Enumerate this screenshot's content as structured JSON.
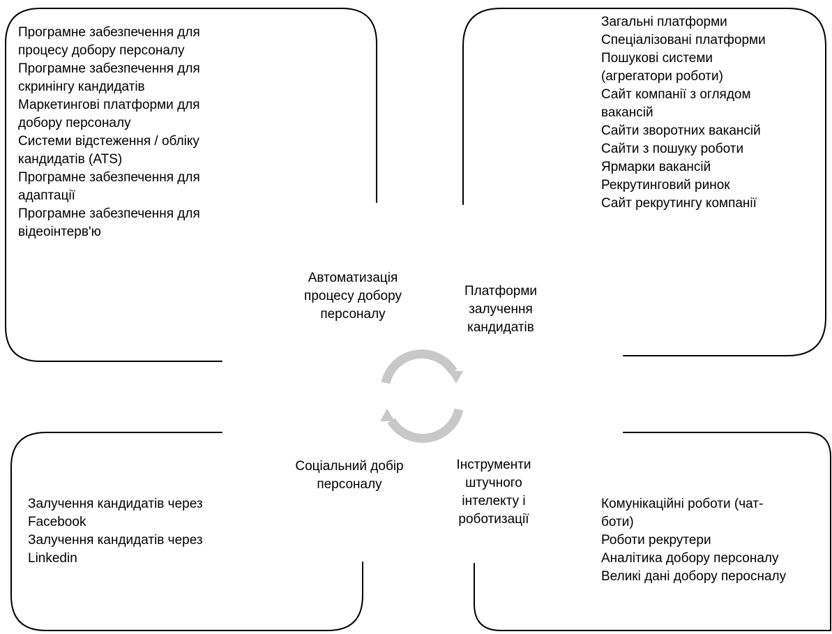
{
  "quadrants": {
    "top_left": {
      "title": "Автоматизація процесу добору персоналу",
      "title_lines": [
        "Автоматизація",
        "процесу добору",
        "персоналу"
      ],
      "lines": [
        "  Програмне забезпечення для",
        "процесу добору персоналу",
        "Програмне забезпечення для",
        "скринінгу кандидатів",
        "Маркетингові платформи для",
        "добору персоналу",
        "  Системи відстеження / обліку",
        "кандидатів  (ATS)",
        "  Програмне забезпечення для",
        "адаптації",
        "  Програмне забезпечення для",
        "відеоінтерв'ю"
      ]
    },
    "top_right": {
      "title": "Платформи залучення кандидатів",
      "title_lines": [
        "Платформи",
        "залучення",
        "кандидатів"
      ],
      "lines": [
        "  Загальні платформи",
        "Спеціалізовані платформи",
        "Пошукові системи",
        "(агрегатори роботи)",
        "  Сайт компанії з оглядом",
        "вакансій",
        "  Сайти зворотних вакансій",
        "  Сайти з пошуку роботи",
        "  Ярмарки вакансій",
        "  Рекрутинговий ринок",
        "  Сайт рекрутингу компанії"
      ]
    },
    "bottom_left": {
      "title": "Соціальний добір персоналу",
      "title_lines": [
        "Соціальний добір",
        "персоналу"
      ],
      "lines": [
        "  Залучення кандидатів через",
        "Facebook",
        "  Залучення кандидатів через",
        "Linkedin"
      ]
    },
    "bottom_right": {
      "title": "Інструменти штучного інтелекту і роботизації",
      "title_lines": [
        "Інструменти",
        "штучного",
        "інтелекту і",
        "роботизації"
      ],
      "lines": [
        "  Комунікаційні роботи (чат-",
        "боти)",
        "  Роботи рекрутери",
        "  Аналітика добору персоналу",
        "  Великі дані добору пероcналу"
      ]
    }
  },
  "colors": {
    "outline": "#000000",
    "cycle_arrow": "#c8c8c8"
  },
  "cycle_icon": "circular-arrows-icon"
}
